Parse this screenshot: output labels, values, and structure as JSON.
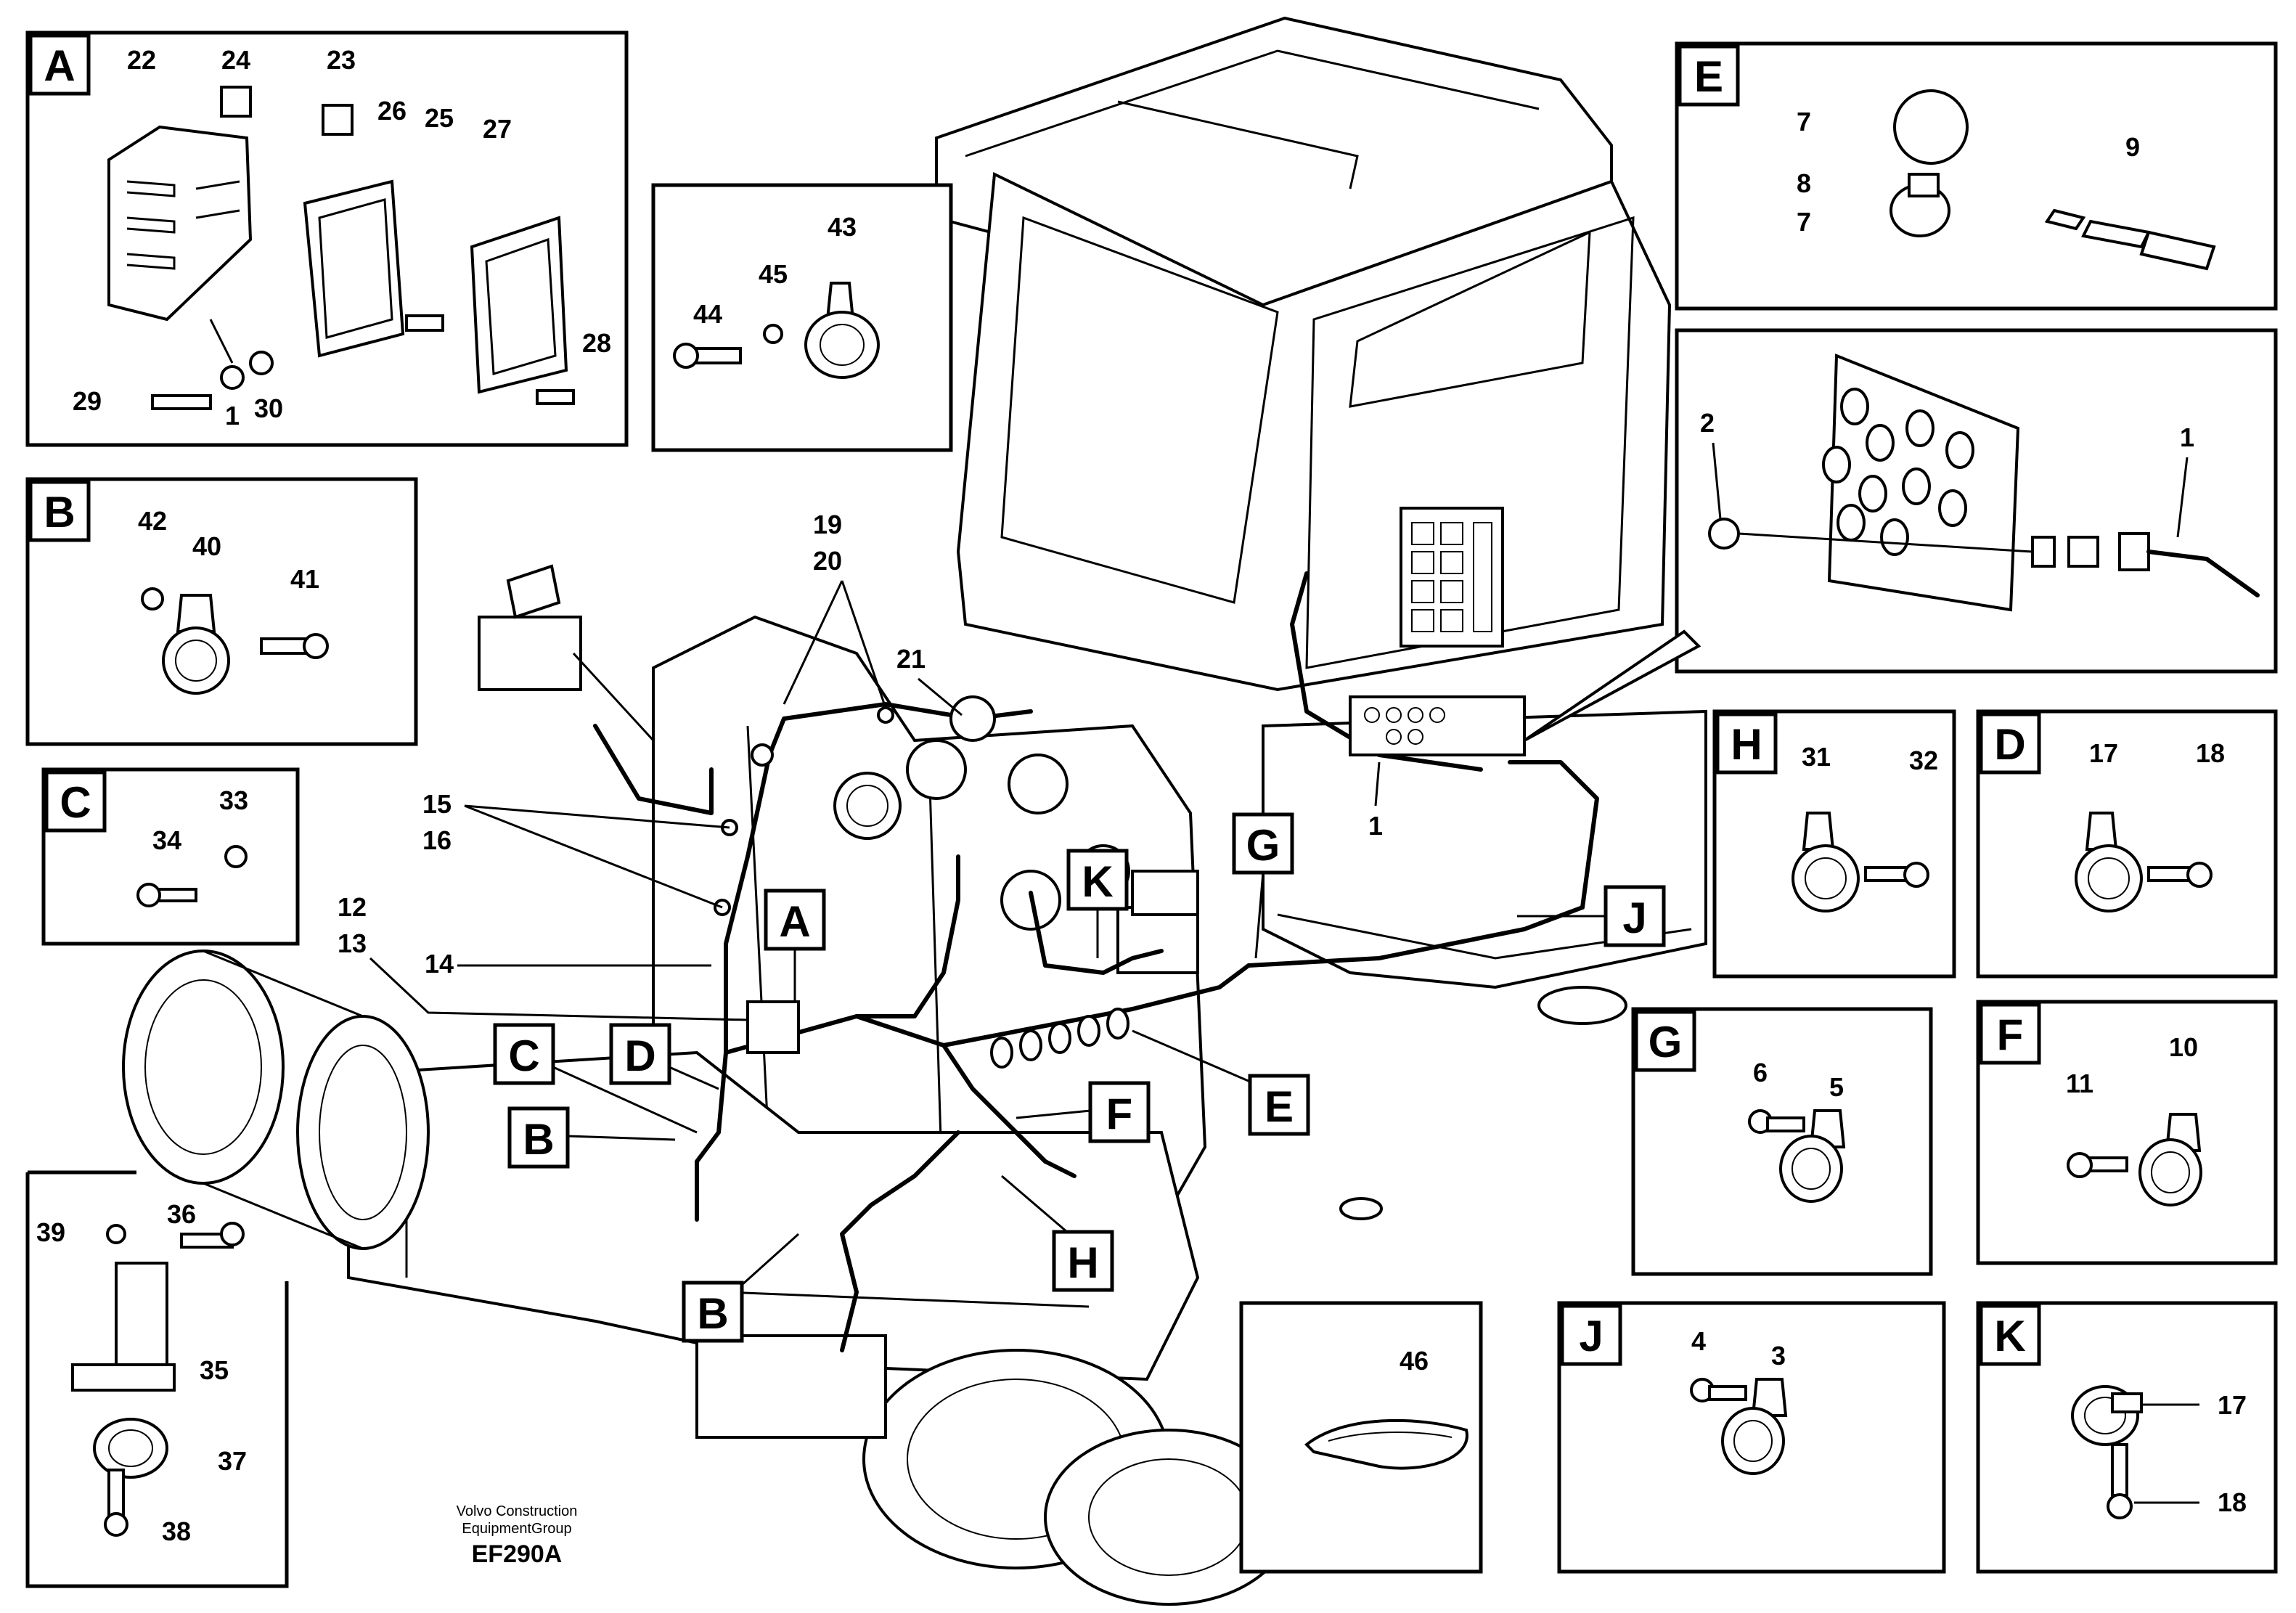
{
  "boxes": {
    "A": "A",
    "B": "B",
    "C": "C",
    "D": "D",
    "E": "E",
    "F": "F",
    "G": "G",
    "H": "H",
    "J": "J",
    "K": "K"
  },
  "panelA": {
    "n22": "22",
    "n24": "24",
    "n23": "23",
    "n26": "26",
    "n25": "25",
    "n27": "27",
    "n28": "28",
    "n29": "29",
    "n1": "1",
    "n30": "30"
  },
  "panel43": {
    "n43": "43",
    "n44": "44",
    "n45": "45"
  },
  "panelB": {
    "n42": "42",
    "n40": "40",
    "n41": "41"
  },
  "panelC": {
    "n34": "34",
    "n33": "33"
  },
  "panelE": {
    "n7a": "7",
    "n8": "8",
    "n7b": "7",
    "n9": "9"
  },
  "panelConn": {
    "n2": "2",
    "n1": "1"
  },
  "panelH": {
    "n31": "31",
    "n32": "32"
  },
  "panelD": {
    "n17": "17",
    "n18": "18"
  },
  "panelG": {
    "n6": "6",
    "n5": "5"
  },
  "panelF": {
    "n10": "10",
    "n11": "11"
  },
  "panel46": {
    "n46": "46"
  },
  "panelJ": {
    "n4": "4",
    "n3": "3"
  },
  "panelK": {
    "n17": "17",
    "n18": "18"
  },
  "panel35": {
    "n39": "39",
    "n36": "36",
    "n35": "35",
    "n37": "37",
    "n38": "38"
  },
  "main": {
    "n19": "19",
    "n20": "20",
    "n21": "21",
    "n15": "15",
    "n16": "16",
    "n12": "12",
    "n13": "13",
    "n14": "14",
    "n1": "1"
  },
  "footer": {
    "credit_line1": "Volvo Construction",
    "credit_line2": "EquipmentGroup",
    "code": "EF290A"
  }
}
